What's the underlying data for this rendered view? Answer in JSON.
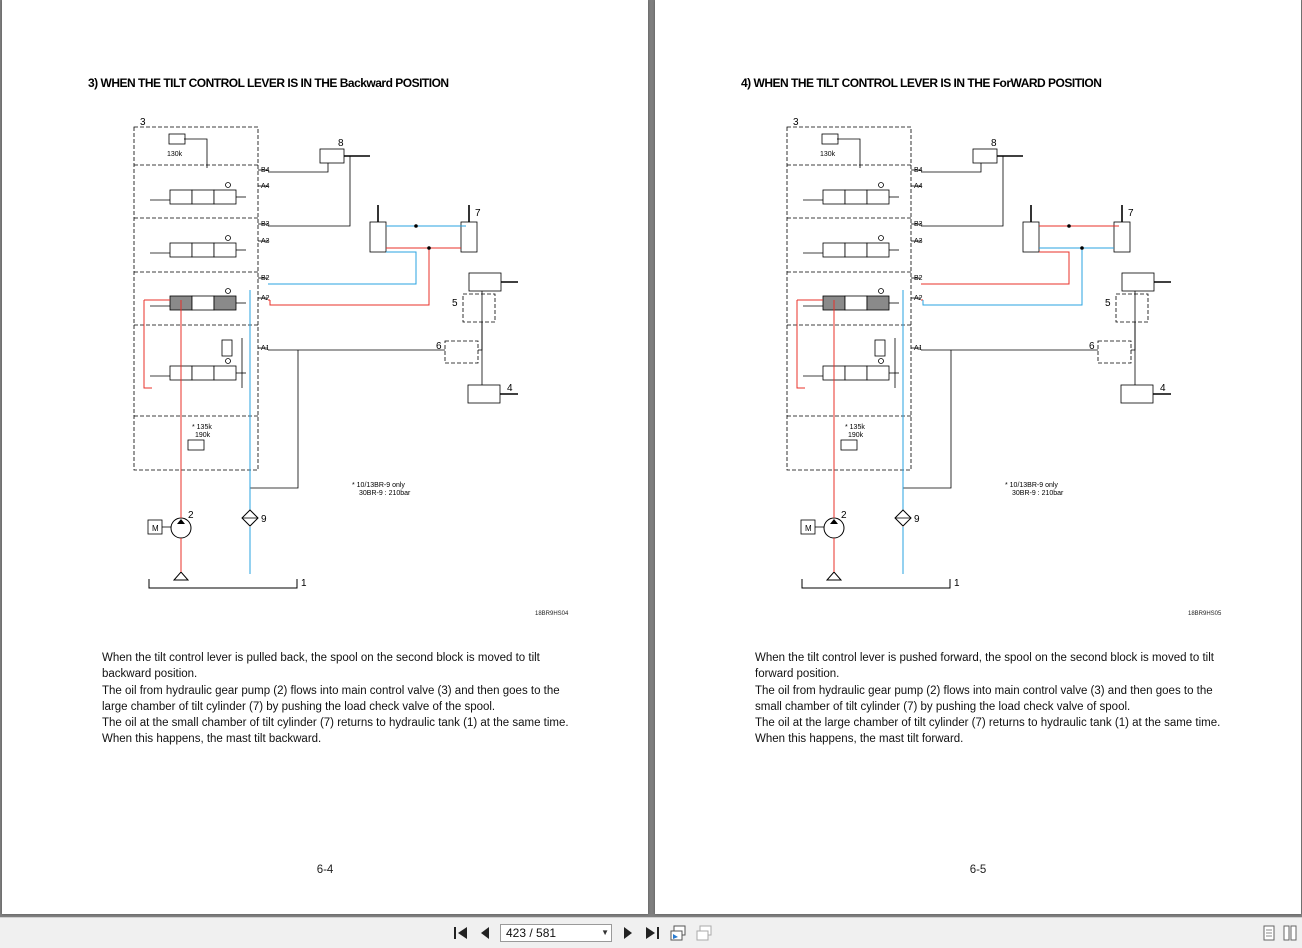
{
  "pages": [
    {
      "title": "3) WHEN THE TILT CONTROL LEVER IS IN THE Backward POSITION",
      "paragraphs": [
        "When the tilt control lever is pulled back, the spool on the second block is moved to tilt backward position.",
        "The oil from hydraulic gear pump (2) flows into main control valve (3) and then goes to the large chamber of tilt cylinder (7) by pushing the load check valve of the spool.",
        "The oil at the small chamber of tilt cylinder (7) returns to hydraulic tank (1) at the same time.",
        "When this happens, the mast tilt backward."
      ],
      "drawing_code": "18BR9HS04",
      "page_number": "6-4"
    },
    {
      "title": "4) WHEN THE TILT CONTROL LEVER IS IN THE ForWARD POSITION",
      "paragraphs": [
        "When the tilt control lever is pushed forward, the spool on the second block is moved to tilt forward position.",
        "The oil from hydraulic gear pump (2) flows into main control valve (3) and then goes to the small chamber of tilt cylinder (7) by pushing the load check valve of spool.",
        "The oil at the large chamber of tilt cylinder (7) returns to hydraulic tank (1) at the same time.",
        "When this happens, the mast tilt forward."
      ],
      "drawing_code": "18BR9HS05",
      "page_number": "6-5"
    }
  ],
  "diagram_labels": {
    "valve": "3",
    "lift_cyl": "8",
    "tilt_cyl": "7",
    "cyl5": "5",
    "cyl6": "6",
    "cyl4": "4",
    "pump": "2",
    "filter": "9",
    "tank": "1",
    "motor": "M",
    "relief1": "130k",
    "relief2_a": "135k",
    "relief2_b": "190k",
    "port_b4": "B4",
    "port_a4": "A4",
    "port_b3": "B3",
    "port_a3": "A3",
    "port_b2": "B2",
    "port_a2": "A2",
    "port_a1": "A1",
    "note_1": "10/13BR-9 only",
    "note_2": "30BR-9 : 210bar",
    "note_star": "*"
  },
  "toolbar": {
    "page_display": "423 / 581",
    "icons": [
      "first-page-icon",
      "prev-page-icon",
      "next-page-icon",
      "last-page-icon",
      "continuous-view-icon",
      "single-view-icon",
      "page-layout-icon",
      "two-page-layout-icon"
    ]
  },
  "colors": {
    "pressure_line": "#e8302a",
    "return_line": "#2aa3e0",
    "background": "#7f7f7f"
  }
}
